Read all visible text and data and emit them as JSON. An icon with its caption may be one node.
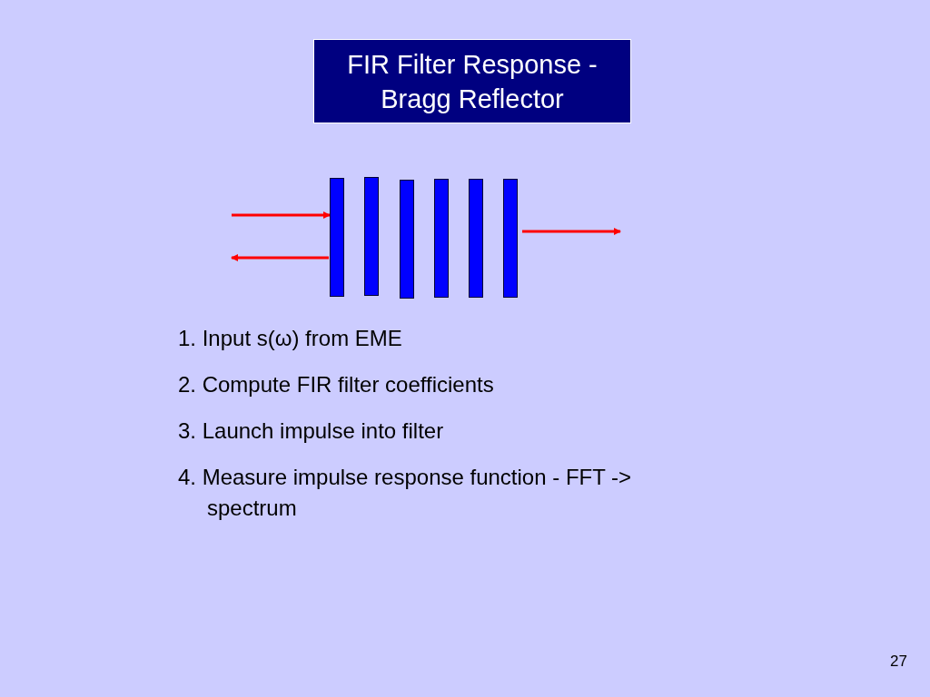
{
  "diagram": {
    "title": "FIR Filter Response - Bragg Reflector",
    "nodes": [
      {
        "text": [],
        "shape": "bar"
      },
      {
        "text": [],
        "shape": "bar"
      },
      {
        "text": [],
        "shape": "bar"
      },
      {
        "text": [],
        "shape": "bar"
      },
      {
        "text": [],
        "shape": "bar"
      },
      {
        "text": [],
        "shape": "bar"
      }
    ],
    "edges": [
      {
        "from": null,
        "to": 0,
        "arrow": "to"
      },
      {
        "from": 0,
        "to": null,
        "arrow": "to"
      },
      {
        "from": 5,
        "to": null,
        "arrow": "to"
      }
    ],
    "labels": [
      "1. Input s(ω) from EME",
      "2. Compute FIR filter coefficients",
      "3. Launch impulse into filter",
      "4. Measure impulse response function - FFT -> spectrum",
      "27"
    ]
  }
}
